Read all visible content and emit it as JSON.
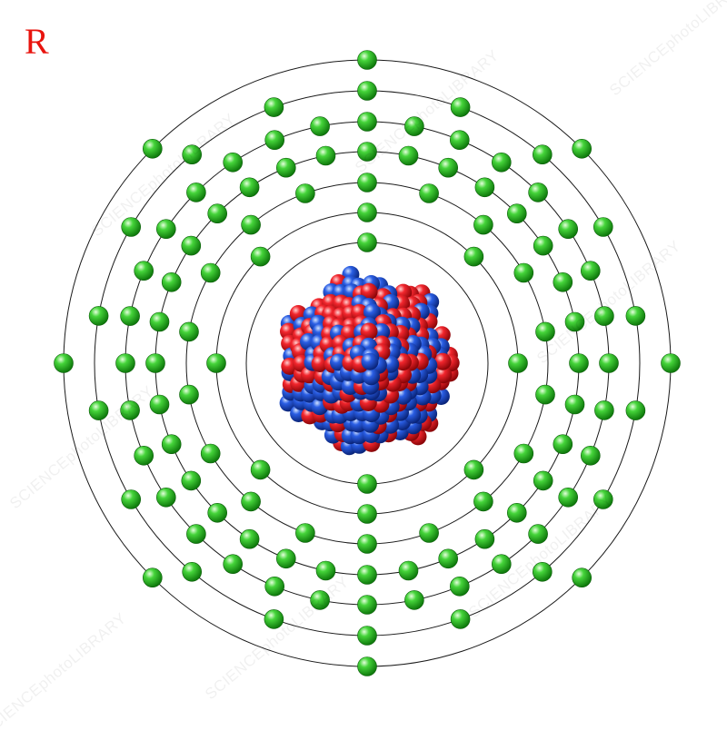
{
  "element_symbol": "R",
  "watermark_text": "SCIENCEphotoLIBRARY",
  "shell_electron_counts": [
    2,
    8,
    18,
    32,
    32,
    18,
    8
  ],
  "total_electrons": 118,
  "colors": {
    "symbol": "#e8140e",
    "shell_line": "#1a1a1a",
    "electron": "#22b214",
    "electron_highlight": "#d7ffc9",
    "proton": "#ec1a22",
    "neutron": "#1c4fd6"
  }
}
